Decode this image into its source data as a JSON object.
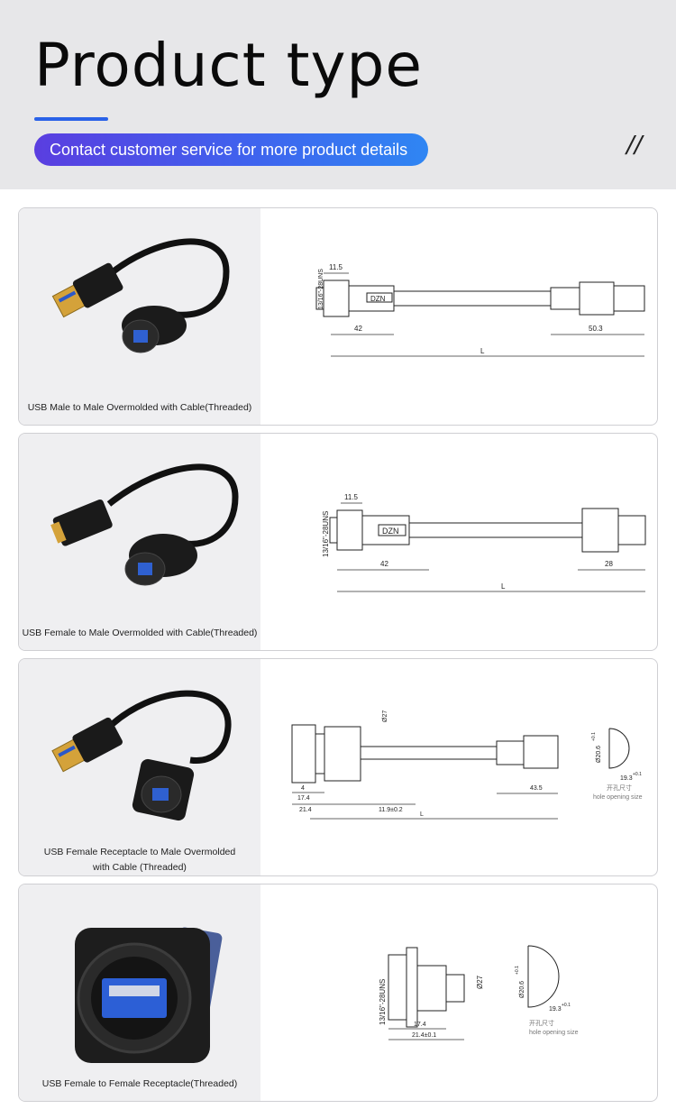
{
  "header": {
    "title": "Product type",
    "subtitle": "Contact customer service for more product details",
    "slashes": "//"
  },
  "products": [
    {
      "caption": "USB Male to Male Overmolded with Cable(Threaded)",
      "dims": {
        "width": "11.5",
        "thread": "13/16\"-28UNS",
        "left_len": "42",
        "right_len": "50.3",
        "total": "L",
        "brand": "DZN"
      }
    },
    {
      "caption": "USB Female to Male Overmolded with Cable(Threaded)",
      "dims": {
        "width": "11.5",
        "thread": "13/16\"-28UNS",
        "left_len": "42",
        "right_len": "28",
        "total": "L",
        "brand": "DZN"
      }
    },
    {
      "caption_line1": "USB Female Receptacle to Male Overmolded",
      "caption_line2": "with Cable (Threaded)",
      "dims": {
        "dia": "Ø27",
        "d4": "4",
        "d17": "17.4",
        "d21": "21.4",
        "d11": "11.9±0.2",
        "right_len": "43.5",
        "total": "L",
        "hole_dia": "Ø20.6",
        "hole_dia_tol": "+0.1",
        "hole_w": "19.3",
        "hole_w_tol": "+0.1",
        "hole_cn": "开孔尺寸",
        "hole_en": "hole opening size"
      }
    },
    {
      "caption": "USB Female to Female Receptacle(Threaded)",
      "dims": {
        "thread": "13/16\"-28UNS",
        "dia": "Ø27",
        "d17": "17.4",
        "d21": "21.4±0.1",
        "hole_dia": "Ø20.6",
        "hole_dia_tol": "+0.1",
        "hole_w": "19.3",
        "hole_w_tol": "+0.1",
        "hole_cn": "开孔尺寸",
        "hole_en": "hole opening size"
      }
    }
  ],
  "colors": {
    "accent": "#2a62e8",
    "pill_start": "#5a3ee0",
    "pill_end": "#2f86f3",
    "header_bg": "#e7e7e9"
  }
}
